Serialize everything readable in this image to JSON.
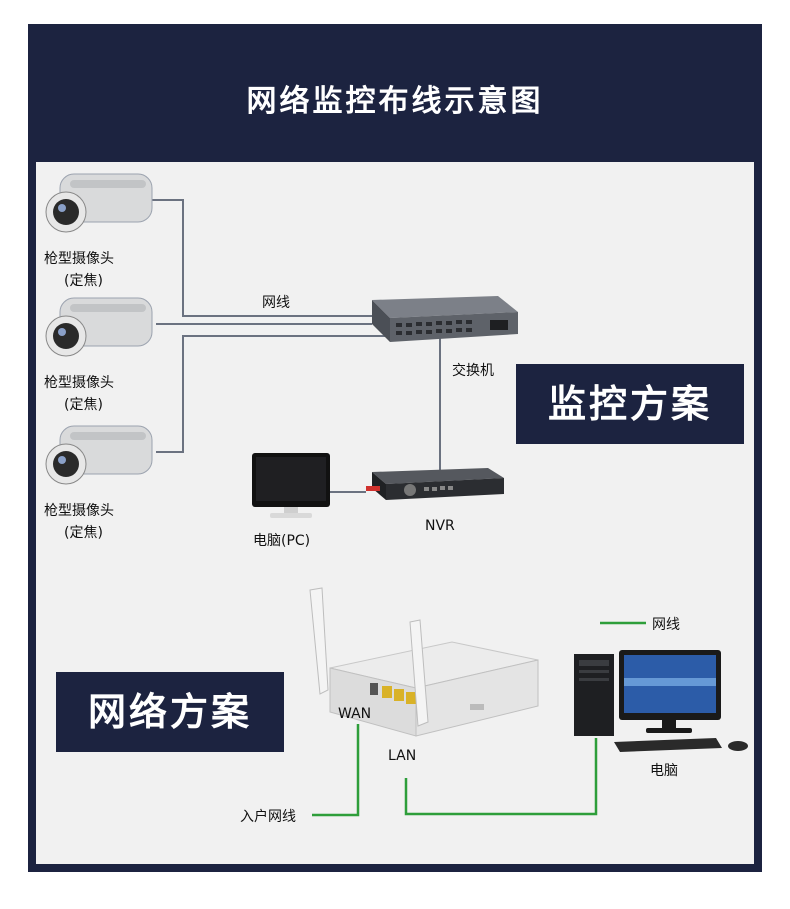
{
  "title": "网络监控布线示意图",
  "monitoring": {
    "banner": "监控方案",
    "cameras": [
      {
        "name": "枪型摄像头",
        "sub": "(定焦)"
      },
      {
        "name": "枪型摄像头",
        "sub": "(定焦)"
      },
      {
        "name": "枪型摄像头",
        "sub": "(定焦)"
      }
    ],
    "cable_label": "网线",
    "switch_label": "交换机",
    "nvr_label": "NVR",
    "pc_label": "电脑(PC)"
  },
  "network": {
    "banner": "网络方案",
    "wan_label": "WAN",
    "lan_label": "LAN",
    "incoming_label": "入户网线",
    "legend_label": "网线",
    "computer_label": "电脑"
  },
  "colors": {
    "header_bg": "#1c2340",
    "panel_bg": "#f1f1f1",
    "monitor_cable": "#6b7280",
    "network_cable": "#2e9e3a"
  }
}
